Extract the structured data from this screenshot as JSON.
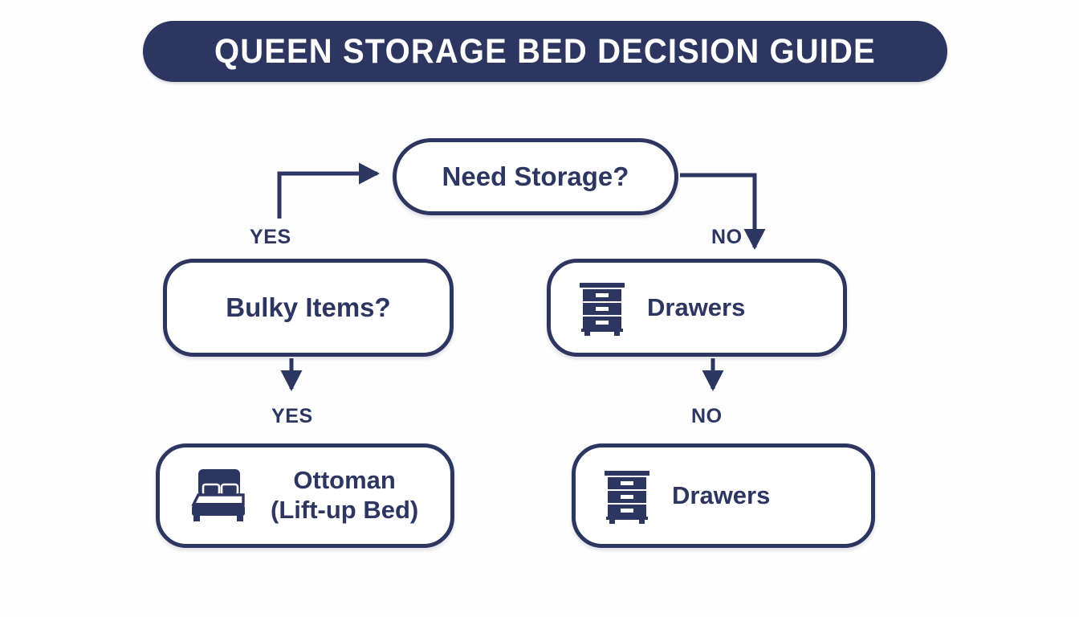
{
  "header": {
    "title": "QUEEN STORAGE BED DECISION GUIDE",
    "background_color": "#2d3561",
    "text_color": "#ffffff"
  },
  "theme": {
    "navy": "#2d3561",
    "page_background": "#fdfdfd",
    "node_fill": "#ffffff"
  },
  "chart_data": {
    "type": "flowchart",
    "title": "QUEEN STORAGE BED DECISION GUIDE",
    "nodes": [
      {
        "id": "need-storage",
        "label": "Need Storage?",
        "shape": "pill",
        "icon": null,
        "level": 1
      },
      {
        "id": "bulky-items",
        "label": "Bulky Items?",
        "shape": "rounded",
        "icon": null,
        "level": 2
      },
      {
        "id": "drawers-top",
        "label": "Drawers",
        "shape": "rounded",
        "icon": "dresser-icon",
        "level": 2
      },
      {
        "id": "ottoman",
        "label": "Ottoman\n(Lift-up Bed)",
        "shape": "rounded",
        "icon": "bed-icon",
        "level": 3
      },
      {
        "id": "drawers-bottom",
        "label": "Drawers",
        "shape": "rounded",
        "icon": "dresser-icon",
        "level": 3
      }
    ],
    "edges": [
      {
        "from": "need-storage",
        "to": "bulky-items",
        "label": "YES"
      },
      {
        "from": "need-storage",
        "to": "drawers-top",
        "label": "NO"
      },
      {
        "from": "bulky-items",
        "to": "ottoman",
        "label": "YES"
      },
      {
        "from": "drawers-top",
        "to": "drawers-bottom",
        "label": "NO"
      }
    ]
  },
  "nodes": {
    "need_storage": {
      "label": "Need Storage?"
    },
    "bulky_items": {
      "label": "Bulky Items?"
    },
    "drawers_top": {
      "label": "Drawers",
      "icon": "dresser-icon"
    },
    "ottoman": {
      "label": "Ottoman\n(Lift-up Bed)",
      "icon": "bed-icon"
    },
    "drawers_bottom": {
      "label": "Drawers",
      "icon": "dresser-icon"
    }
  },
  "edge_labels": {
    "yes_top": "YES",
    "no_top": "NO",
    "yes_mid": "YES",
    "no_mid": "NO"
  }
}
